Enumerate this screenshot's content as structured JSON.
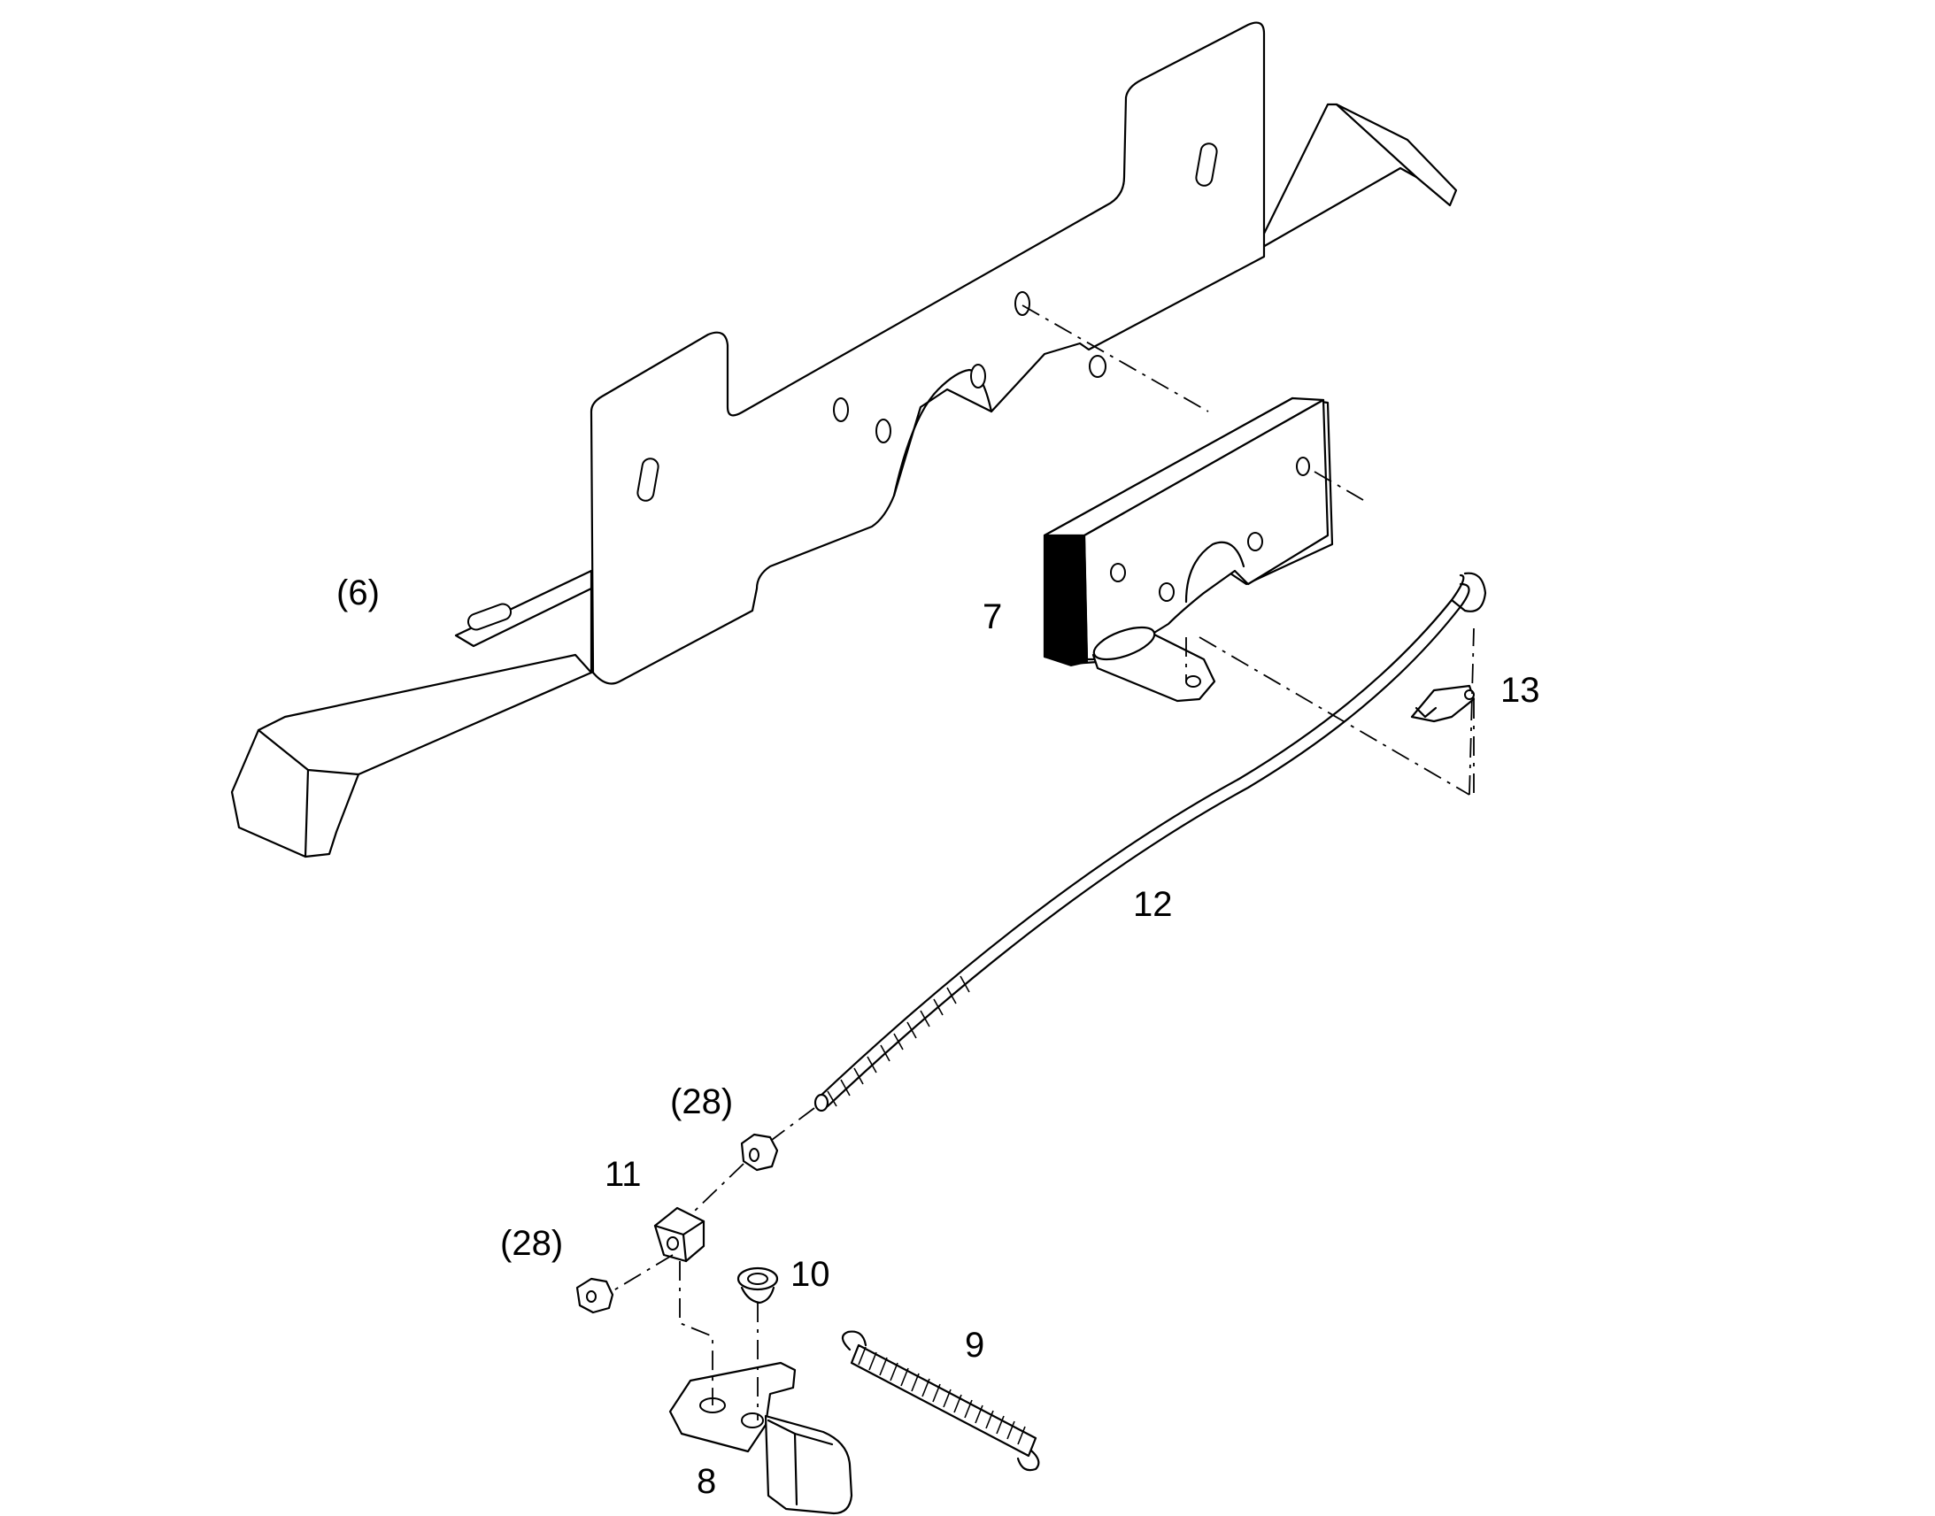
{
  "callouts": {
    "part_6": "(6)",
    "part_7": "7",
    "part_8": "8",
    "part_9": "9",
    "part_10": "10",
    "part_11": "11",
    "part_12": "12",
    "part_13": "13",
    "part_28_upper": "(28)",
    "part_28_lower": "(28)"
  }
}
